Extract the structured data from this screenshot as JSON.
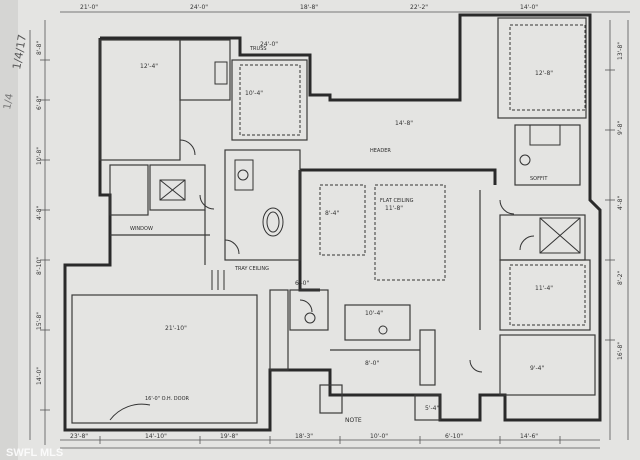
{
  "watermark": "SWFL MLS",
  "margin_note": "1/4/17",
  "dimensions": {
    "top": [
      "21'-0\"",
      "24'-0\"",
      "18'-8\"",
      "22'-2\"",
      "14'-0\""
    ],
    "left": [
      "8'-8\"",
      "6'-8\"",
      "10'-8\"",
      "4'-8\"",
      "8'-10\"",
      "15'-8\"",
      "14'-0\""
    ],
    "right": [
      "13'-8\"",
      "9'-8\"",
      "4'-8\"",
      "8'-2\"",
      "16'-8\""
    ],
    "bottom": [
      "23'-8\"",
      "14'-10\"",
      "19'-8\"",
      "18'-3\"",
      "10'-0\"",
      "6'-10\"",
      "14'-6\""
    ]
  },
  "rooms": {
    "lanai_top": "24'-0\"",
    "master_bedroom": "12'-4\"",
    "master_bath": "10'-4\"",
    "great_room": "14'-8\"",
    "garage": "21'-10\"",
    "bedroom_2": "12'-8\"",
    "bedroom_3": "11'-4\"",
    "kitchen": "10'-4\"",
    "dining": "11'-8\"",
    "nook": "8'-4\"",
    "study": "9'-4\"",
    "laundry": "6'-0\"",
    "entry": "8'-0\"",
    "porch": "5'-4\""
  },
  "callouts": {
    "ceiling_note": "FLAT CEILING",
    "header_note": "HEADER",
    "truss_note": "TRUSS",
    "window_note": "WINDOW",
    "tray_note": "TRAY CEILING",
    "soffit_note": "SOFFIT",
    "garage_door": "16'-0\" O.H. DOOR",
    "note_label": "NOTE"
  }
}
